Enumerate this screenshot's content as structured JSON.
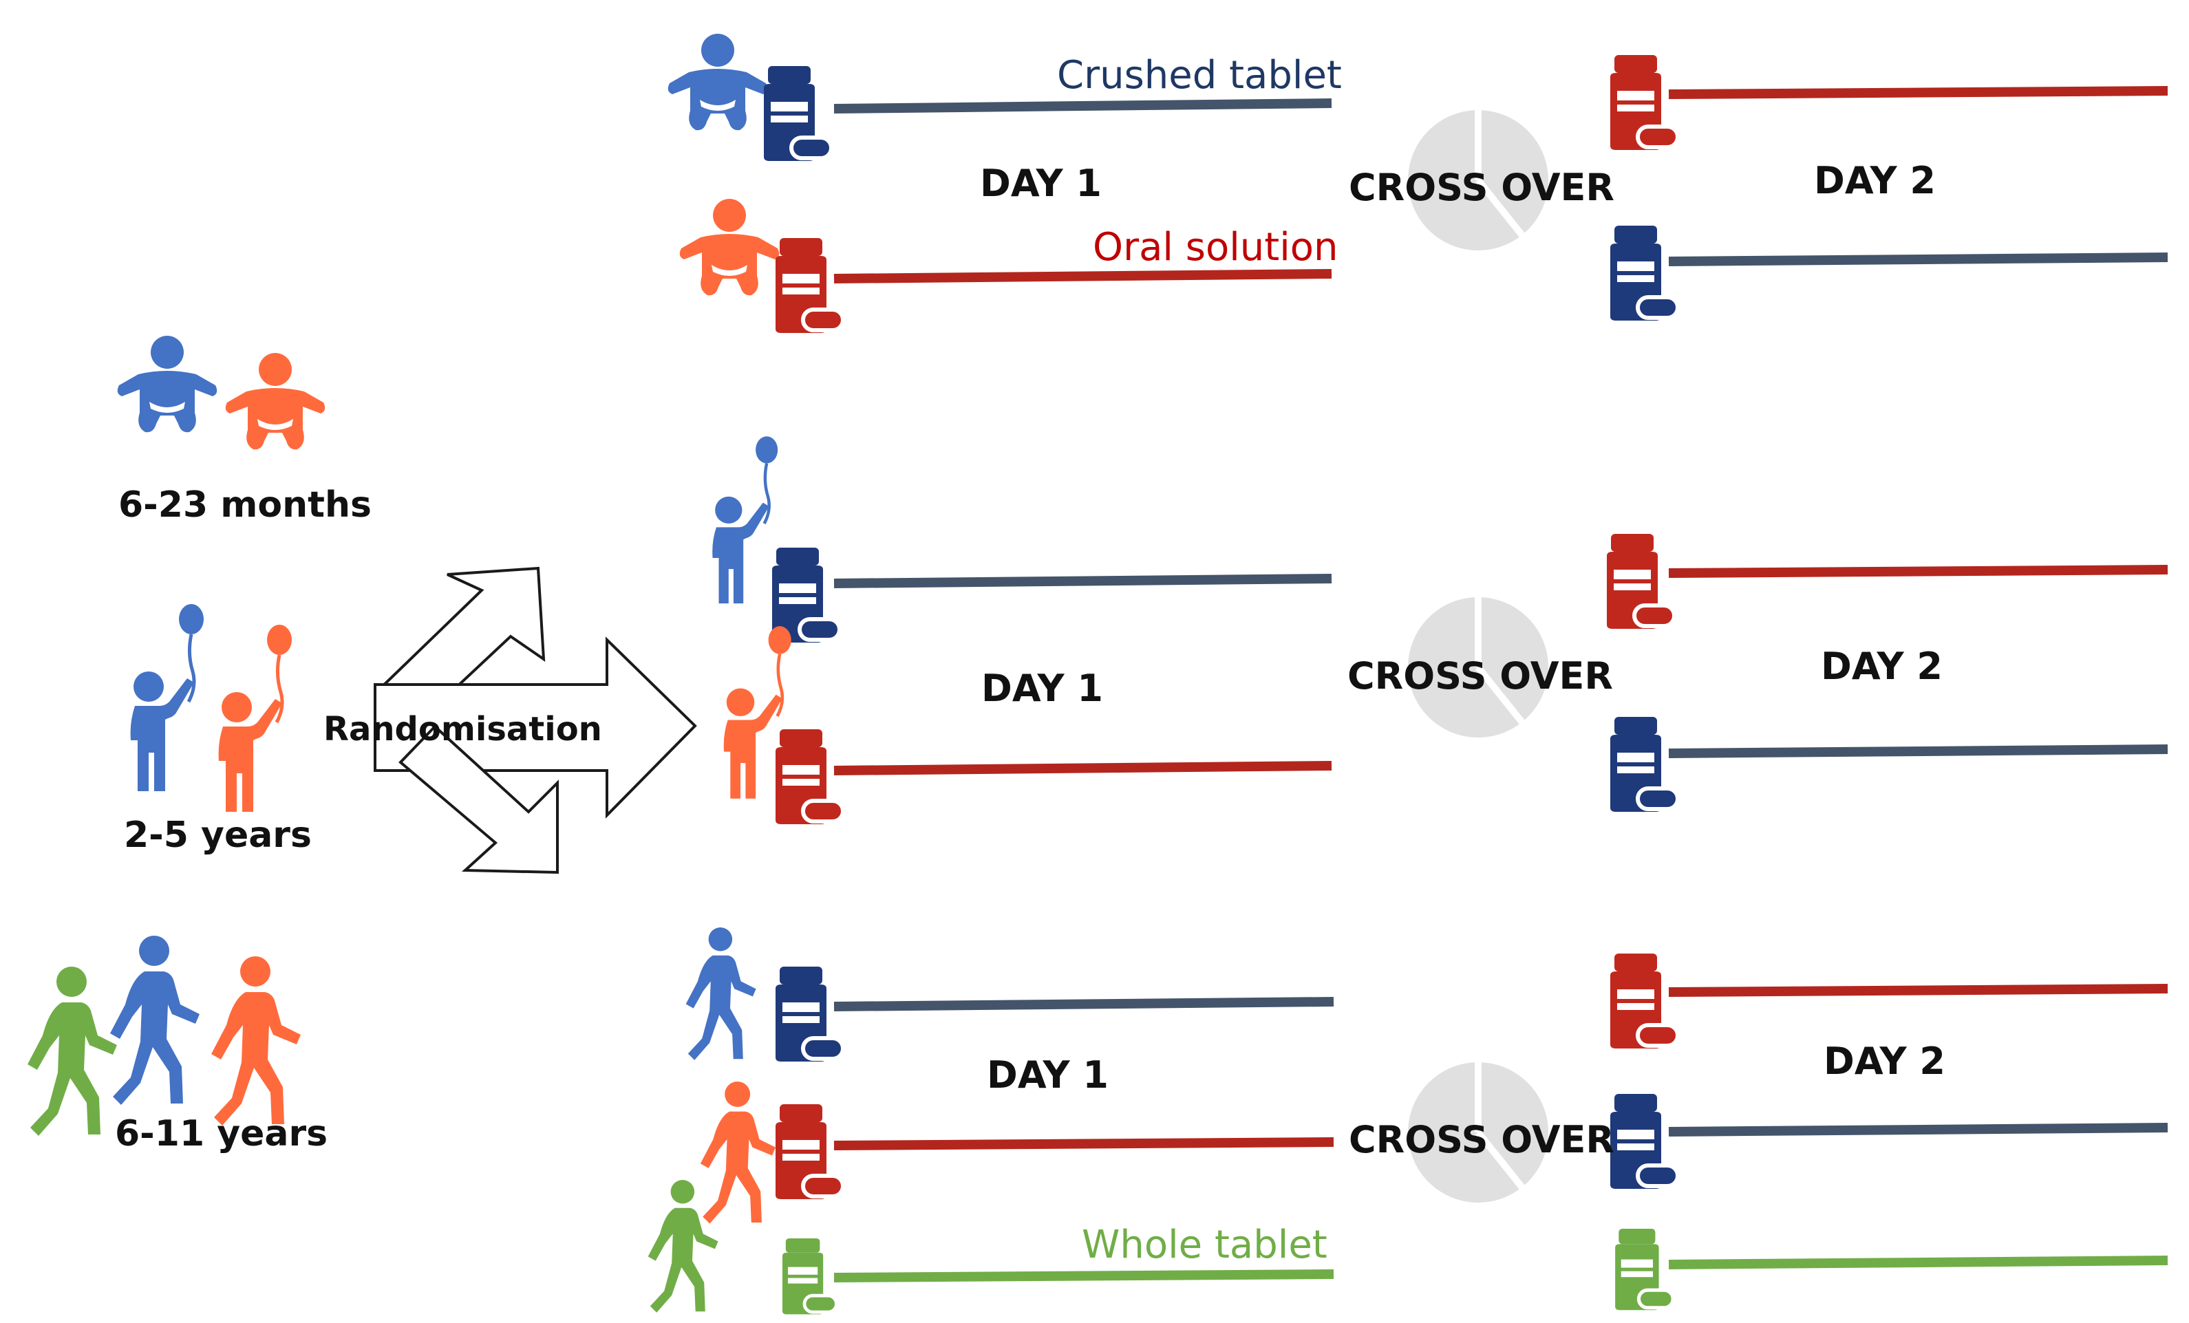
{
  "labels": {
    "crushed_tablet": "Crushed tablet",
    "oral_solution": "Oral solution",
    "whole_tablet": "Whole tablet",
    "day1": "DAY 1",
    "day2": "DAY 2",
    "cross_over": "CROSS OVER",
    "randomisation": "Randomisation"
  },
  "age_groups": [
    {
      "label": "6-23 months",
      "icon": "infant-icon"
    },
    {
      "label": "2-5 years",
      "icon": "child-with-balloon-icon"
    },
    {
      "label": "6-11 years",
      "icon": "walking-child-icon"
    }
  ],
  "colors": {
    "crushed_tablet_line": "#44546a",
    "oral_solution_line": "#b3261e",
    "whole_tablet_line": "#70ad47",
    "blue_figure": "#4472c4",
    "orange_figure": "#ff6a3d",
    "green_figure": "#70ad47",
    "navy_pill": "#1f3a7a",
    "red_pill": "#c0281e",
    "crushed_text": "#1f3864",
    "oral_text": "#c00000",
    "whole_text": "#70ad47",
    "crossover_circle": "#e0e0e0"
  }
}
